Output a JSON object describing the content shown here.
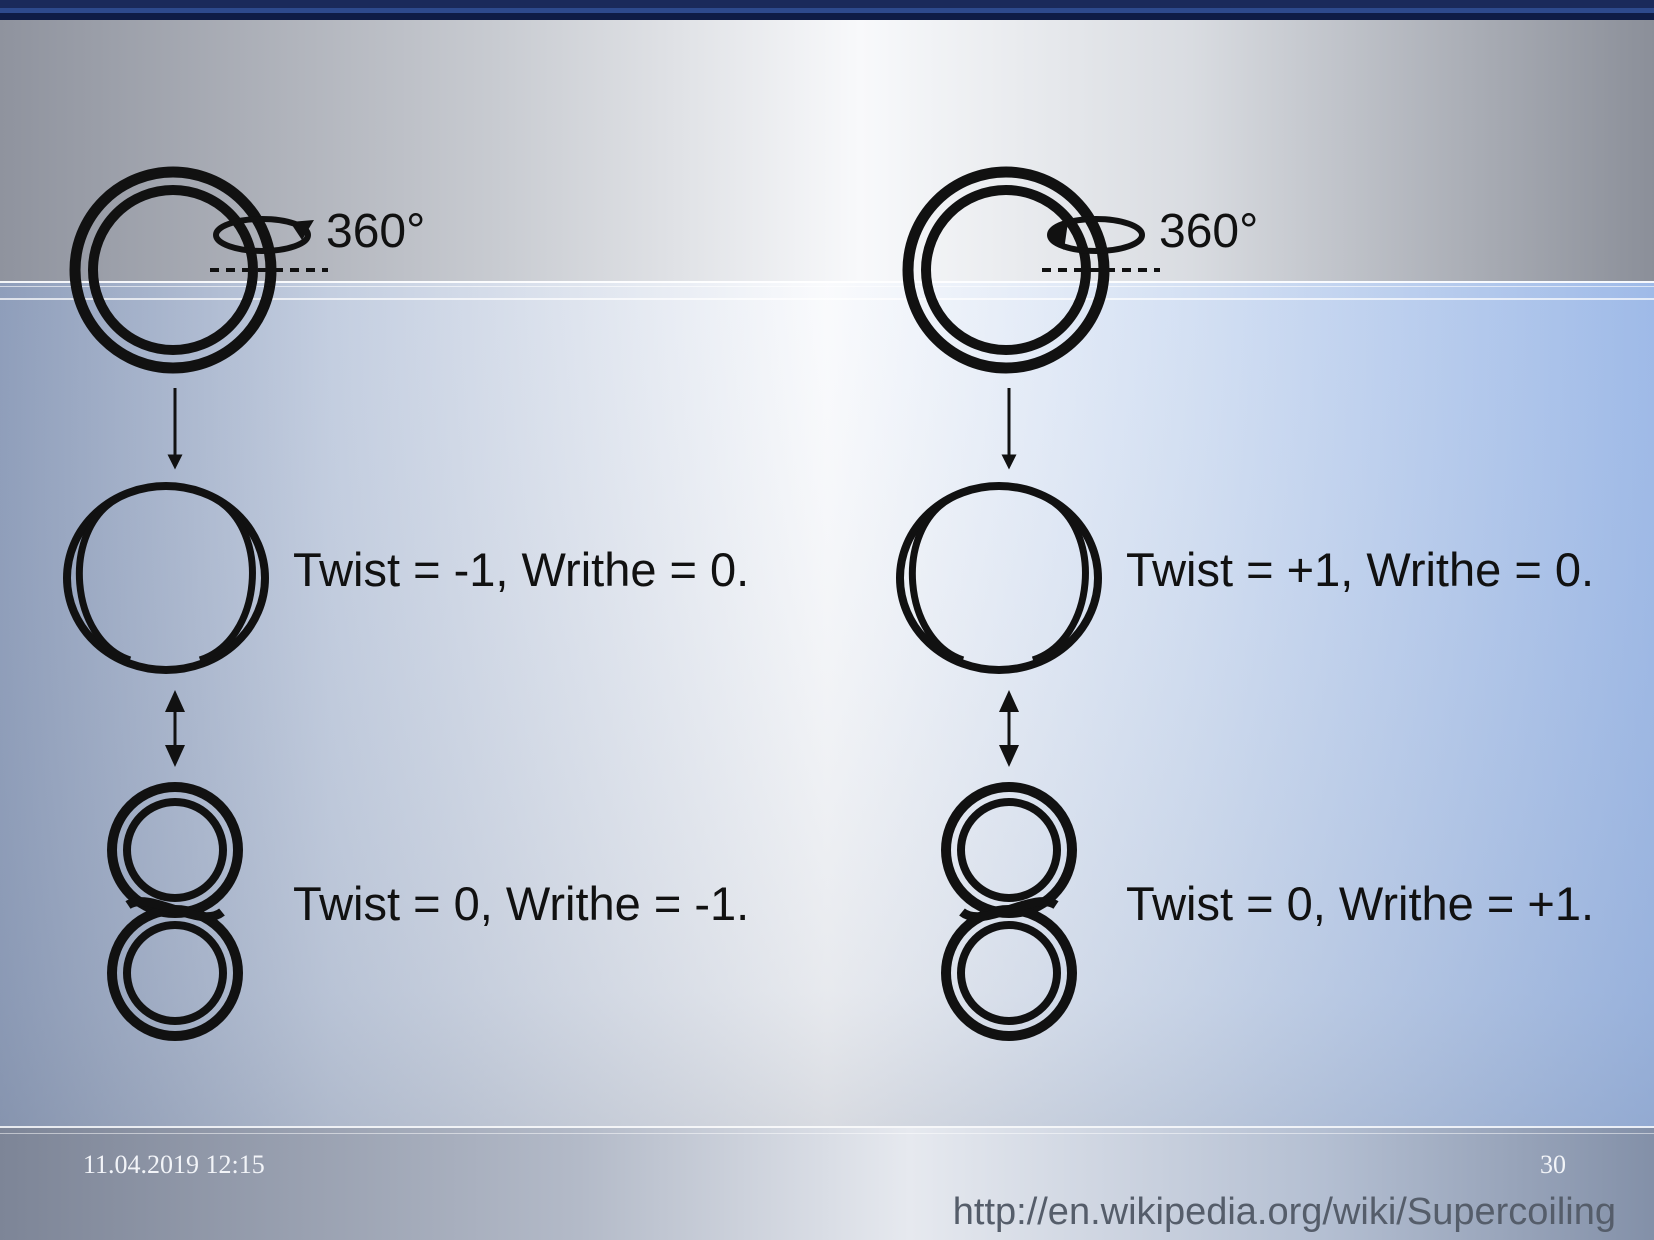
{
  "diagram": {
    "left": {
      "rotation_label": "360°",
      "eq_top": "Twist = -1, Writhe = 0.",
      "eq_bottom": "Twist = 0, Writhe = -1."
    },
    "right": {
      "rotation_label": "360°",
      "eq_top": "Twist = +1, Writhe = 0.",
      "eq_bottom": "Twist = 0, Writhe = +1."
    }
  },
  "footer": {
    "date": "11.04.2019 12:15",
    "slide_number": "30",
    "source": "http://en.wikipedia.org/wiki/Supercoiling"
  }
}
